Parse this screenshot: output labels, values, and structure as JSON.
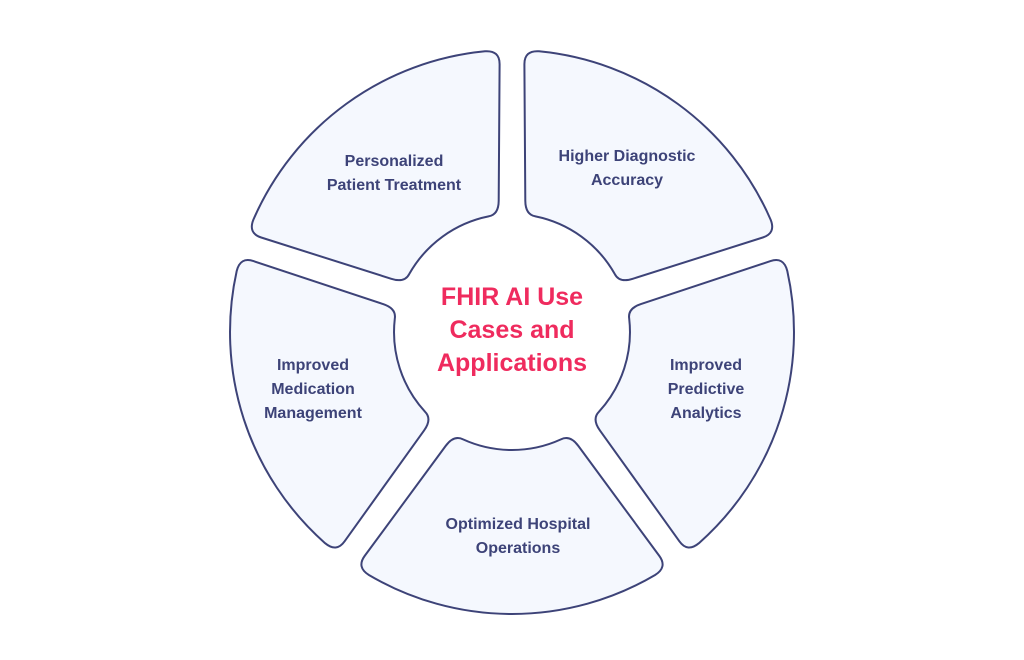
{
  "diagram": {
    "title_lines": [
      "FHIR AI Use",
      "Cases and",
      "Applications"
    ],
    "colors": {
      "title": "#ef2b5e",
      "segment_fill": "#f5f8fe",
      "segment_stroke": "#3d4378",
      "label": "#3d4378",
      "background": "#ffffff"
    },
    "segments": [
      {
        "id": "personalized-patient-treatment",
        "lines": [
          "Personalized",
          "Patient Treatment"
        ]
      },
      {
        "id": "higher-diagnostic-accuracy",
        "lines": [
          "Higher Diagnostic",
          "Accuracy"
        ]
      },
      {
        "id": "improved-predictive-analytics",
        "lines": [
          "Improved",
          "Predictive",
          "Analytics"
        ]
      },
      {
        "id": "optimized-hospital-operations",
        "lines": [
          "Optimized Hospital",
          "Operations"
        ]
      },
      {
        "id": "improved-medication-management",
        "lines": [
          "Improved",
          "Medication",
          "Management"
        ]
      }
    ]
  }
}
